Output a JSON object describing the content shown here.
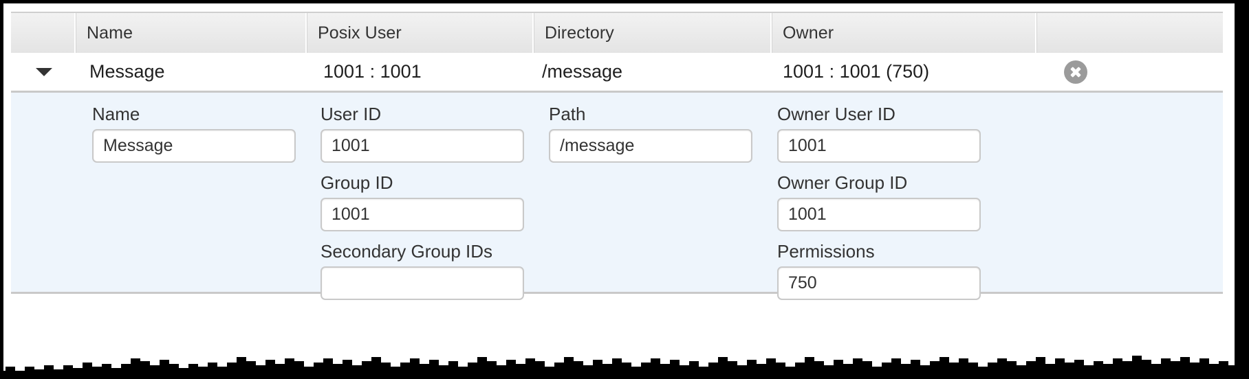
{
  "table": {
    "columns": [
      {
        "key": "toggle",
        "label": ""
      },
      {
        "key": "name",
        "label": "Name"
      },
      {
        "key": "posix_user",
        "label": "Posix User"
      },
      {
        "key": "directory",
        "label": "Directory"
      },
      {
        "key": "owner",
        "label": "Owner"
      },
      {
        "key": "actions",
        "label": ""
      }
    ],
    "rows": [
      {
        "name": "Message",
        "posix_user": "1001 : 1001",
        "directory": "/message",
        "owner": "1001 : 1001 (750)",
        "expanded": true,
        "delete_icon": "delete-circle-x-icon",
        "toggle_icon": "caret-down-icon"
      }
    ]
  },
  "detail": {
    "columns": [
      {
        "fields": [
          {
            "label": "Name",
            "value": "Message",
            "placeholder": ""
          }
        ]
      },
      {
        "fields": [
          {
            "label": "User ID",
            "value": "1001",
            "placeholder": ""
          },
          {
            "label": "Group ID",
            "value": "1001",
            "placeholder": ""
          },
          {
            "label": "Secondary Group IDs",
            "value": "",
            "placeholder": ""
          }
        ]
      },
      {
        "fields": [
          {
            "label": "Path",
            "value": "/message",
            "placeholder": ""
          }
        ]
      },
      {
        "fields": [
          {
            "label": "Owner User ID",
            "value": "1001",
            "placeholder": ""
          },
          {
            "label": "Owner Group ID",
            "value": "1001",
            "placeholder": ""
          },
          {
            "label": "Permissions",
            "value": "750",
            "placeholder": ""
          }
        ]
      }
    ]
  },
  "colors": {
    "header_bg": "#ebebeb",
    "detail_bg": "#eef5fc",
    "border": "#c9c9c9",
    "text": "#333333",
    "delete_icon": "#9b9b9b",
    "frame": "#000000"
  }
}
